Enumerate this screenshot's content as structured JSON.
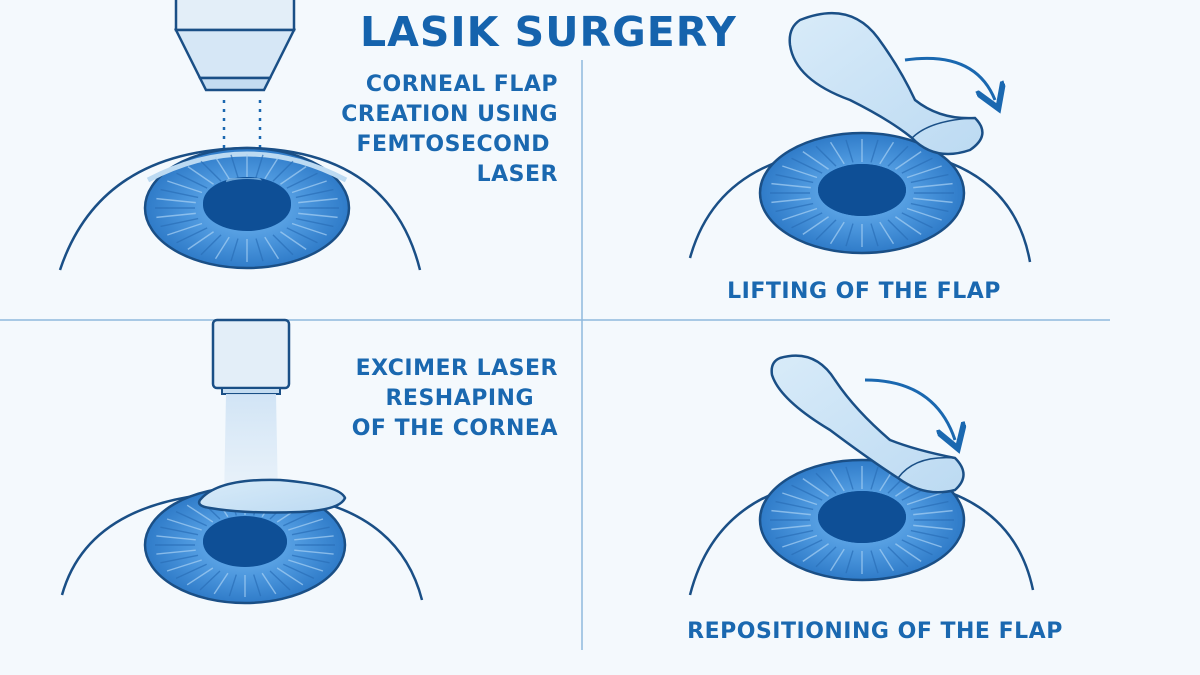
{
  "title": "LASIK SURGERY",
  "steps": {
    "step1": {
      "line1": "CORNEAL FLAP",
      "line2": "CREATION USING",
      "line3": "FEMTOSECOND",
      "line4": "LASER"
    },
    "step2": {
      "line1": "LIFTING OF THE FLAP"
    },
    "step3": {
      "line1": "EXCIMER LASER",
      "line2": "RESHAPING",
      "line3": "OF THE CORNEA"
    },
    "step4": {
      "line1": "REPOSITIONING OF THE FLAP"
    }
  },
  "colors": {
    "accent": "#1a68b0",
    "background": "#f4f9fd",
    "iris": "#3f8fdc",
    "pupil": "#0e4f96",
    "divider": "#8fb9dd"
  },
  "icons": [
    "laser-device-icon",
    "eye-icon",
    "corneal-flap-icon",
    "curved-arrow-icon"
  ]
}
